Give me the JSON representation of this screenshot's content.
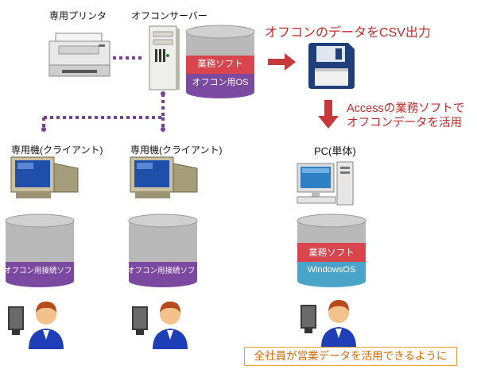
{
  "labels": {
    "printer": "専用プリンタ",
    "server": "オフコンサーバー",
    "client1": "専用機(クライアント)",
    "client2": "専用機(クライアント)",
    "pc": "PC(単体)"
  },
  "server_db": {
    "band_top": "業務ソフト",
    "band_bottom": "オフコン用OS"
  },
  "client_db1": {
    "band": "オフコン用接続ソフト"
  },
  "client_db2": {
    "band": "オフコン用接続ソフト"
  },
  "pc_db": {
    "band_top": "業務ソフト",
    "band_bottom": "WindowsOS"
  },
  "export_caption": "オフコンのデータをCSV出力",
  "access_caption": {
    "line1": "Accessの業務ソフトで",
    "line2": "オフコンデータを活用"
  },
  "bottom_note": "全社員が営業データを活用できるように",
  "colors": {
    "red_band": "#d9454c",
    "purple_band": "#7b4aa0",
    "blue_band": "#4aa3c8",
    "db_gray": "#b9b9b9",
    "dotted_line": "#7a3f9a",
    "caption_red": "#c62828",
    "note_orange": "#f0a030"
  },
  "icons": [
    "printer-icon",
    "server-tower-icon",
    "floppy-disk-icon",
    "desktop-pc-icon",
    "crt-monitor-icon",
    "user-at-computer-icon"
  ]
}
